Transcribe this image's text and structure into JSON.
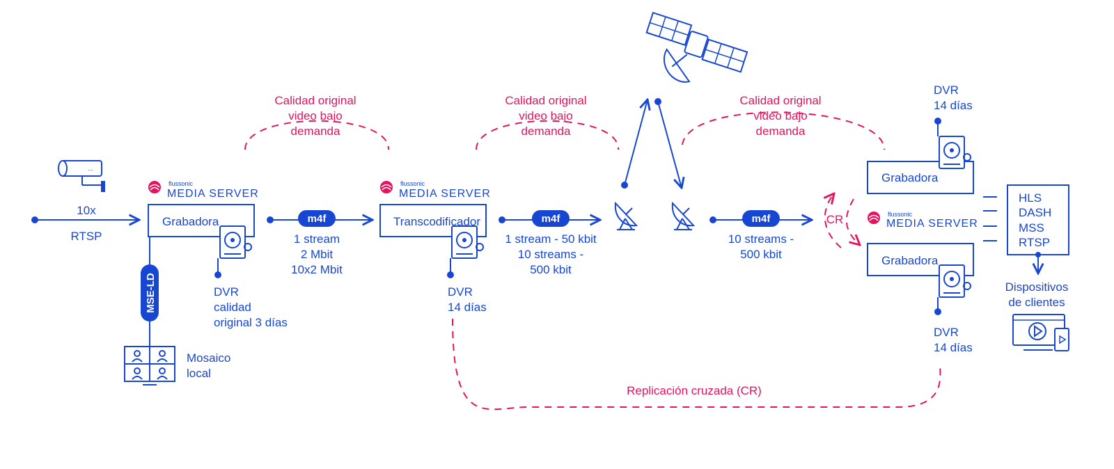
{
  "colors": {
    "primary": "#1746d3",
    "accent": "#e6125e"
  },
  "brand": {
    "small": "flussonic",
    "name": "MEDIA SERVER"
  },
  "camera": {
    "count": "10x",
    "protocol": "RTSP",
    "icon": "camera-icon"
  },
  "server1": {
    "role": "Grabadora",
    "dvr": [
      "DVR",
      "calidad",
      "original 3 días"
    ]
  },
  "mse": {
    "label": "MSE-LD"
  },
  "mosaic": {
    "label": [
      "Mosaico",
      "local"
    ],
    "icon": "mosaic-icon"
  },
  "link1": {
    "format": "m4f",
    "lines": [
      "1 stream",
      "2 Mbit",
      "10x2 Mbit"
    ]
  },
  "server2": {
    "role": "Transcodificador",
    "dvr": [
      "DVR",
      "14 días"
    ]
  },
  "link2": {
    "format": "m4f",
    "lines": [
      "1 stream - 50 kbit",
      "10 streams -",
      "500 kbit"
    ]
  },
  "link3": {
    "format": "m4f",
    "lines": [
      "10 streams -",
      "500 kbit"
    ]
  },
  "vod": [
    "Calidad original",
    "video bajo",
    "demanda"
  ],
  "cr": {
    "short": "CR",
    "label": "Replicación cruzada (CR)"
  },
  "server3": {
    "role_top": "Grabadora",
    "dvr_top": [
      "DVR",
      "14 días"
    ],
    "role_bottom": "Grabadora",
    "dvr_bottom": [
      "DVR",
      "14 días"
    ]
  },
  "protocols": [
    "HLS",
    "DASH",
    "MSS",
    "RTSP"
  ],
  "devices": {
    "label": [
      "Dispositivos",
      "de clientes"
    ],
    "icon": "client-devices-icon"
  },
  "icons": {
    "satellite": "satellite-icon",
    "dish": "satellite-dish-icon",
    "disk": "hard-disk-icon"
  }
}
